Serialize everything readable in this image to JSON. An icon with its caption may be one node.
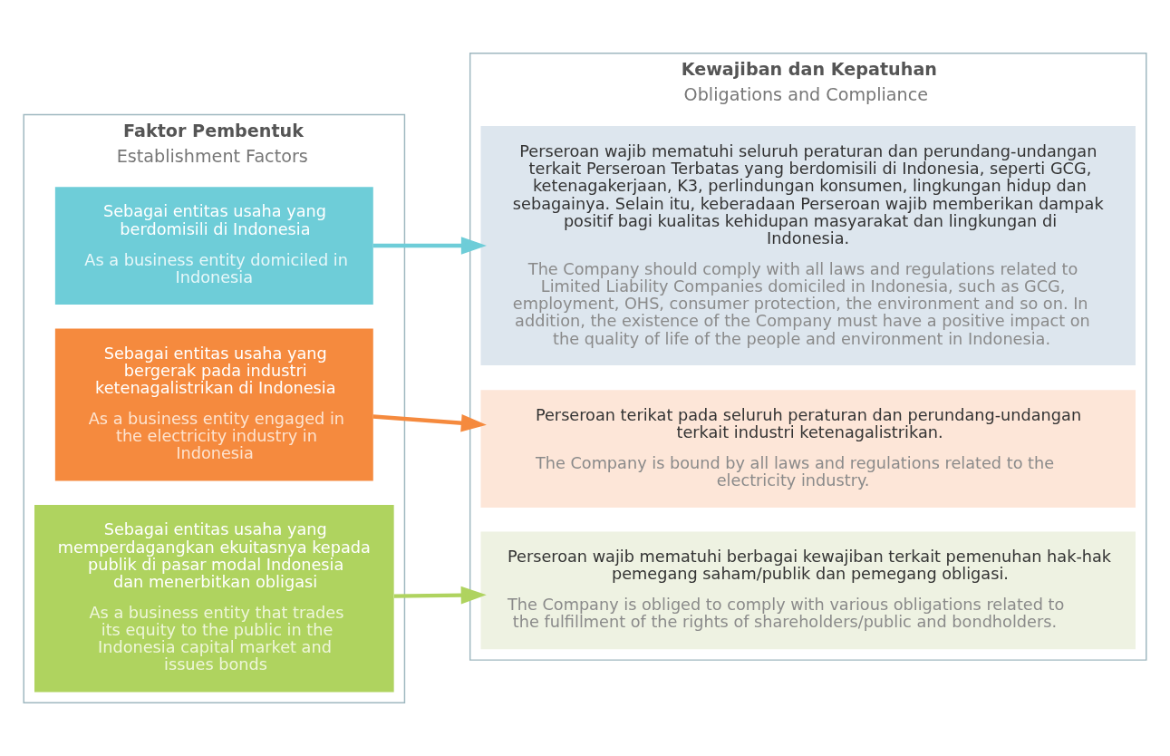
{
  "diagram": {
    "nodes": [
      {
        "text": [
          "Faktor Pembentuk",
          "Establishment Factors"
        ]
      },
      {
        "text": [
          "Sebagai entitas usaha yang berdomisili di Indonesia",
          "As a business entity domiciled in Indonesia"
        ],
        "in": 0
      },
      {
        "text": [
          "Sebagai entitas usaha yang bergerak pada industri ketenagalistrikan di Indonesia",
          "As a business entity engaged in the electricity industry in Indonesia"
        ],
        "in": 0
      },
      {
        "text": [
          "Sebagai entitas usaha yang memperdagangkan ekuitasnya kepada publik di pasar modal Indonesia dan menerbitkan obligasi",
          "As a business entity that trades its equity to the public in the Indonesia capital market and issues bonds"
        ],
        "in": 0
      },
      {
        "text": [
          "Kewajiban dan Kepatuhan",
          "Obligations and Compliance"
        ]
      },
      {
        "text": [
          "Perseroan wajib mematuhi seluruh peraturan dan perundang-undangan terkait Perseroan Terbatas yang berdomisili di Indonesia, seperti GCG, ketenagakerjaan, K3, perlindungan konsumen, lingkungan hidup dan sebagainya. Selain itu, keberadaan Perseroan wajib memberikan dampak positif bagi kualitas kehidupan masyarakat dan lingkungan di Indonesia.",
          "The Company should comply with all laws and regulations related to Limited Liability Companies domiciled in Indonesia, such as GCG, employment, OHS, consumer protection, the environment and so on. In addition, the existence of the Company must have a positive impact on the quality of life of the people and environment in Indonesia."
        ],
        "in": 4
      },
      {
        "text": [
          "Perseroan terikat pada seluruh peraturan dan perundang-undangan terkait industri ketenagalistrikan.",
          "The Company is bound by all laws and regulations related to the electricity industry."
        ],
        "in": 4
      },
      {
        "text": [
          "Perseroan wajib mematuhi berbagai kewajiban terkait pemenuhan hak-hak pemegang saham/publik dan pemegang obligasi.",
          "The Company is obliged to comply with various obligations related to the fulfillment of the rights of shareholders/public and bondholders."
        ],
        "in": 4
      }
    ],
    "edges": [
      {
        "from": 1,
        "to": 5,
        "arrow": "to",
        "color": "#6ecdd8"
      },
      {
        "from": 2,
        "to": 6,
        "arrow": "to",
        "color": "#f58a3e"
      },
      {
        "from": 3,
        "to": 7,
        "arrow": "to",
        "color": "#afd35f"
      }
    ]
  }
}
